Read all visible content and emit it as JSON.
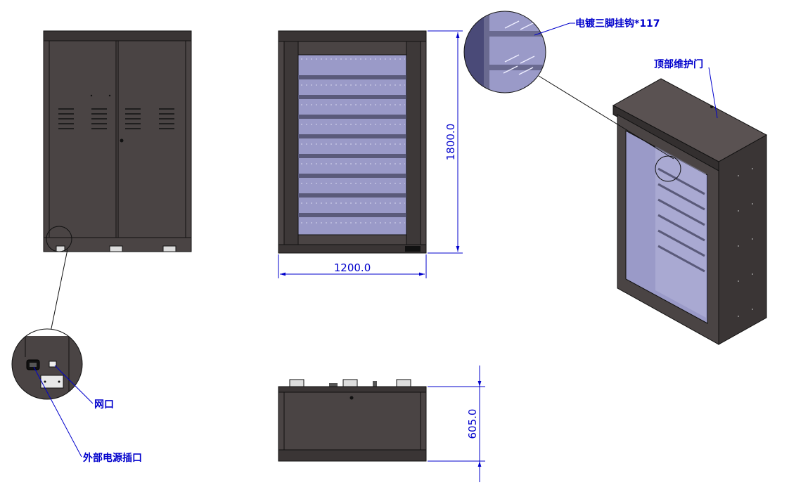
{
  "dimensions": {
    "width": "1200.0",
    "height": "1800.0",
    "depth": "605.0"
  },
  "callouts": {
    "hooks": "电镀三脚挂钩*117",
    "top_door": "顶部维护门",
    "network_port": "网口",
    "power_socket": "外部电源插口"
  },
  "colors": {
    "cabinet": "#4a4444",
    "cabinet_dark": "#2e2a2a",
    "glass": "#9a9ac8",
    "dimension_line": "#0000cc"
  }
}
